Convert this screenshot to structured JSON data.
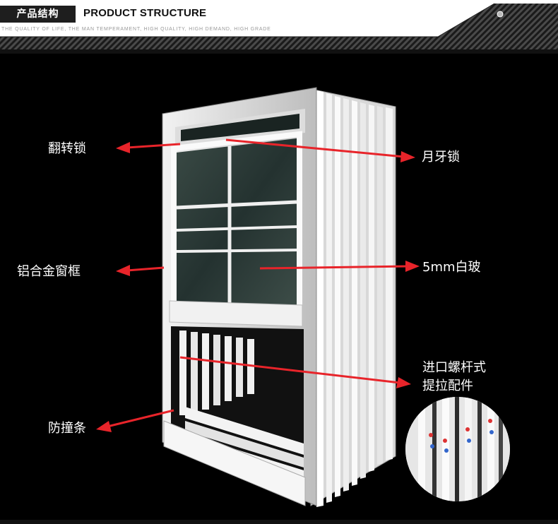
{
  "header": {
    "title_cn": "产品结构",
    "title_en": "PRODUCT STRUCTURE",
    "subtitle": "THE QUALITY OF LIFE, THE MAN TEMPERAMENT, HIGH QUALITY, HIGH DEMAND, HIGH GRADE"
  },
  "callouts": {
    "tilt_lock": "翻转锁",
    "crescent_lock": "月牙锁",
    "aluminum_frame": "铝合金窗框",
    "glass": "5mm白玻",
    "balance_line1": "进口螺杆式",
    "balance_line2": "提拉配件",
    "bumper_strip": "防撞条"
  },
  "colors": {
    "arrow": "#e8242a",
    "background": "#000000",
    "header_bg": "#ffffff",
    "badge_bg": "#1e1e1e"
  }
}
